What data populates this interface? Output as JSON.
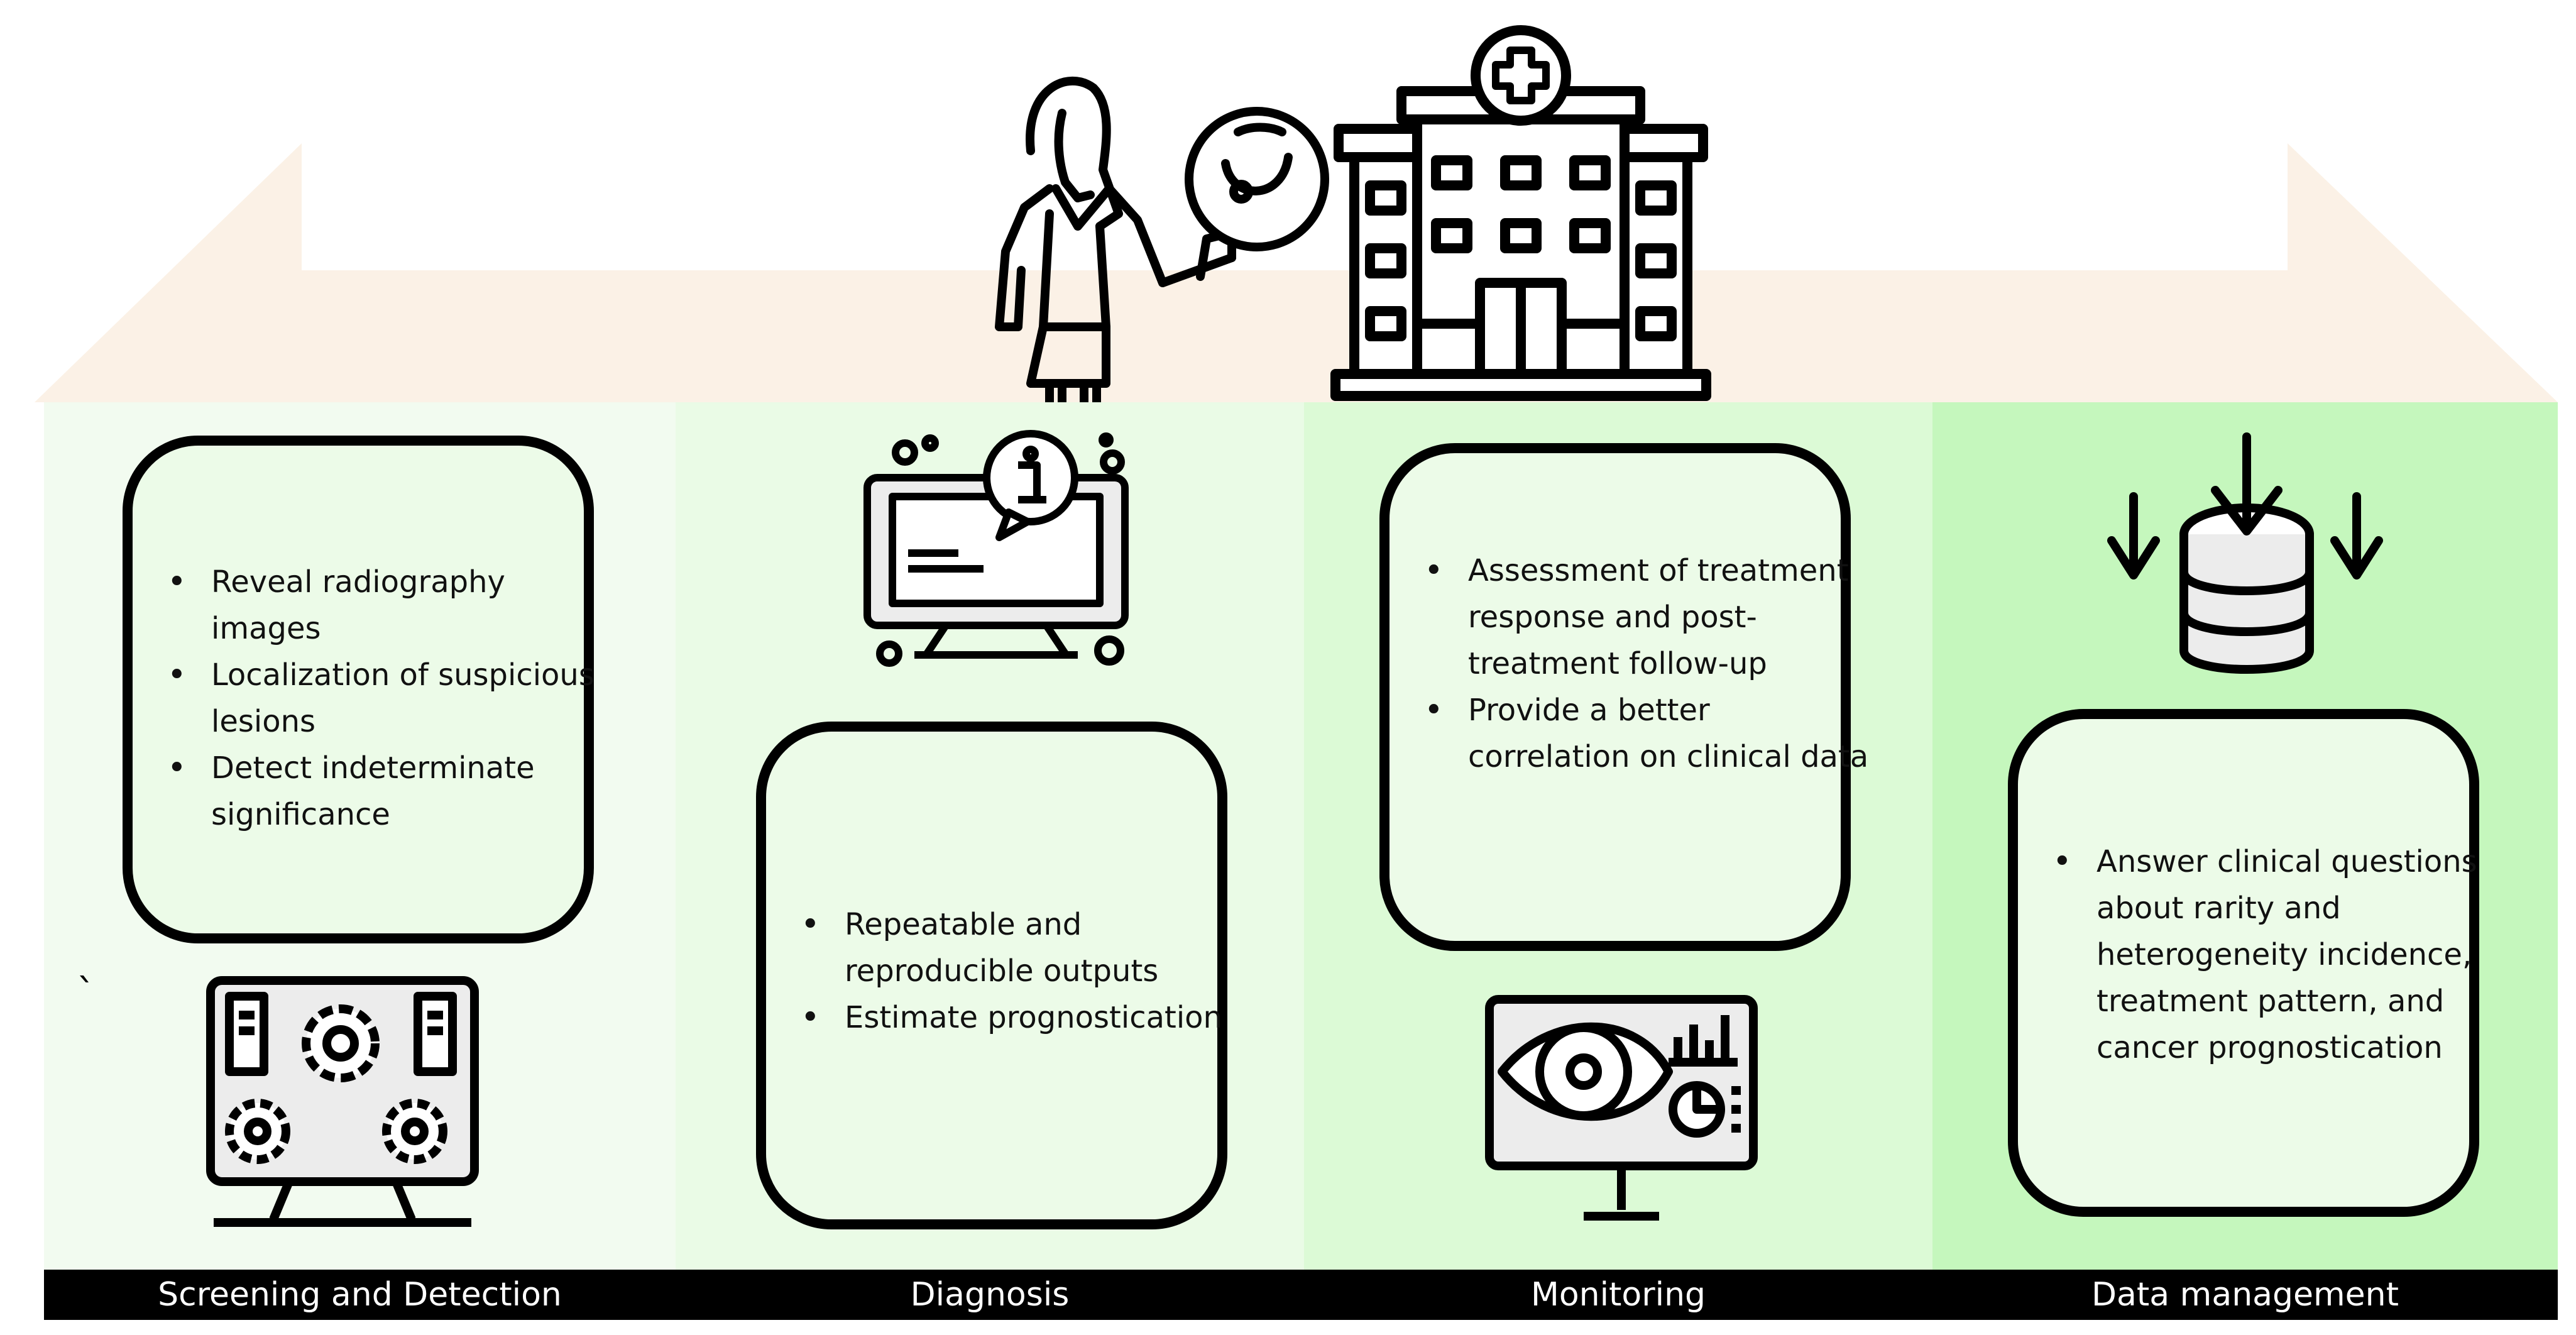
{
  "stages": [
    {
      "label": "Screening and Detection",
      "bullets": [
        "Reveal radiography images",
        "Localization of suspicious lesions",
        "Detect indeterminate significance"
      ]
    },
    {
      "label": "Diagnosis",
      "bullets": [
        "Repeatable and reproducible outputs",
        "Estimate prognostication"
      ]
    },
    {
      "label": "Monitoring",
      "bullets": [
        "Assessment of treatment response and post-treatment follow-up",
        "Provide a better correlation on clinical data"
      ]
    },
    {
      "label": "Data management",
      "bullets": [
        "Answer clinical questions about rarity and heterogeneity incidence, treatment pattern, and cancer prognostication"
      ]
    }
  ],
  "stray_mark": "`",
  "colors": {
    "roof": "#fbf1e6",
    "col1": "#f2fbf0",
    "col2": "#eafbe6",
    "col3": "#dcfad6",
    "col4": "#c5f7bd",
    "label_bar": "#000000"
  },
  "icons": [
    "doctor-with-breast-scan-icon",
    "hospital-icon",
    "computer-with-gears-icon",
    "computer-info-icon",
    "eye-monitoring-icon",
    "database-download-icon"
  ]
}
